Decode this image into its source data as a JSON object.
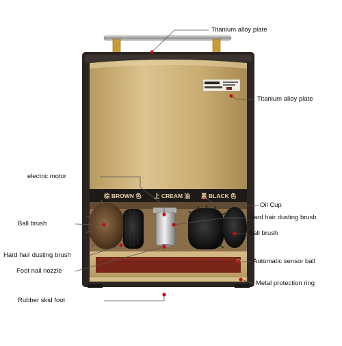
{
  "labels": {
    "handle_plate": "Titanium alloy plate",
    "front_plate": "Titanium alloy plate",
    "motor": "electric motor",
    "oil_cup": "Oil Cup",
    "ball_brush_left": "Ball brush",
    "hard_brush_right": "Hard hair dusting brush",
    "ball_brush_right": "Ball brush",
    "hard_brush_left": "Hard hair dusting brush",
    "sensor": "Automatic sensor ball",
    "nozzle": "Foot nail nozzle",
    "ring": "Metal protection ring",
    "skid_foot": "Rubber skid foot"
  },
  "panel": {
    "left": "棕 BROWN 色",
    "center": "上 CREAM 油",
    "right": "黑 BLACK 色"
  },
  "colors": {
    "gold": "#c8ab6e",
    "frame": "#2a2522",
    "mat": "#7a2418",
    "pointer": "#c01010"
  }
}
